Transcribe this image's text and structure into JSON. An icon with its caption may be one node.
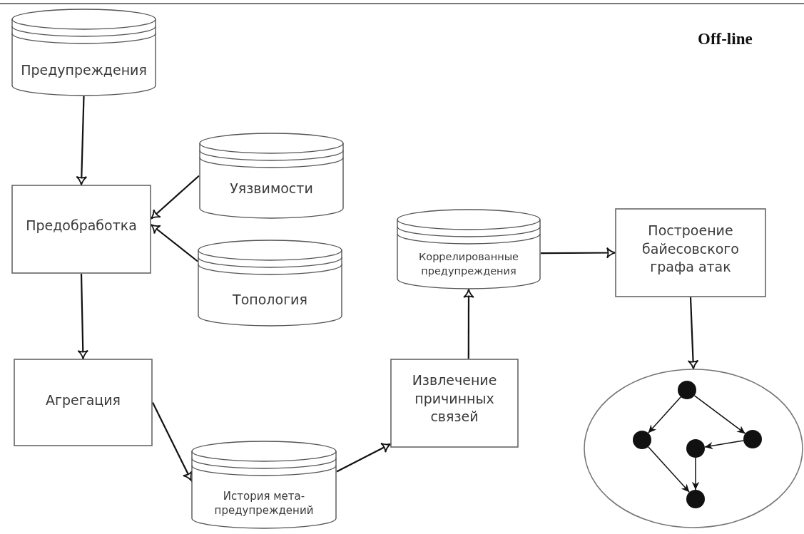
{
  "diagram": {
    "nodes": [
      {
        "text": [
          "Предупреждения"
        ]
      },
      {
        "text": [
          "Предобработка"
        ]
      },
      {
        "text": [
          "Уязвимости"
        ]
      },
      {
        "text": [
          "Топология"
        ]
      },
      {
        "text": [
          "Агрегация"
        ]
      },
      {
        "text": [
          "История мета-предупреждений"
        ]
      },
      {
        "text": [
          "Извлечение причинных связей"
        ]
      },
      {
        "text": [
          "Коррелированные предупреждения"
        ]
      },
      {
        "text": [
          "Построение байесовского графа атак"
        ]
      },
      {
        "text": [],
        "shape": "ellipse"
      },
      {
        "text": [],
        "shape": "circle",
        "in": 9
      },
      {
        "text": [],
        "shape": "circle",
        "in": 9
      },
      {
        "text": [],
        "shape": "circle",
        "in": 9
      },
      {
        "text": [],
        "shape": "circle",
        "in": 9
      },
      {
        "text": [],
        "shape": "circle",
        "in": 9
      }
    ],
    "edges": [
      {
        "from": 0,
        "to": 1,
        "arrow": "to"
      },
      {
        "from": 2,
        "to": 1,
        "arrow": "to"
      },
      {
        "from": 3,
        "to": 1,
        "arrow": "to"
      },
      {
        "from": 1,
        "to": 4,
        "arrow": "to"
      },
      {
        "from": 4,
        "to": 5,
        "arrow": "to"
      },
      {
        "from": 5,
        "to": 6,
        "arrow": "to"
      },
      {
        "from": 6,
        "to": 7,
        "arrow": "to"
      },
      {
        "from": 7,
        "to": 8,
        "arrow": "to"
      },
      {
        "from": 8,
        "to": 9,
        "arrow": "to"
      },
      {
        "from": 10,
        "to": 11,
        "arrow": "to"
      },
      {
        "from": 10,
        "to": 13,
        "arrow": "to"
      },
      {
        "from": 13,
        "to": 12,
        "arrow": "to"
      },
      {
        "from": 12,
        "to": 14,
        "arrow": "to"
      },
      {
        "from": 11,
        "to": 14,
        "arrow": "to"
      }
    ],
    "labels": [
      "Off-line"
    ]
  }
}
